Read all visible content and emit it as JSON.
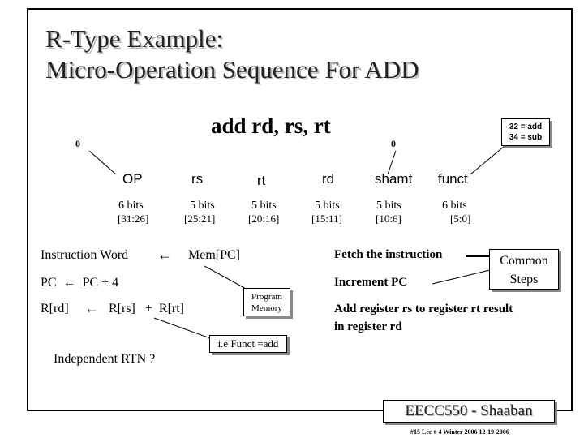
{
  "title": {
    "line1": "R-Type Example:",
    "line2": "Micro-Operation Sequence For ADD"
  },
  "instruction": {
    "text": "add rd, rs, rt",
    "bit_left": "0",
    "bit_right": "0",
    "op_note_line1": "32 = add",
    "op_note_line2": "34 = sub"
  },
  "fields": [
    {
      "name": "OP",
      "bits": "6 bits",
      "range": "[31:26]"
    },
    {
      "name": "rs",
      "bits": "5 bits",
      "range": "[25:21]"
    },
    {
      "name": "rt",
      "bits": "5 bits",
      "range": "[20:16]"
    },
    {
      "name": "rd",
      "bits": "5 bits",
      "range": "[15:11]"
    },
    {
      "name": "shamt",
      "bits": "5 bits",
      "range": "[10:6]"
    },
    {
      "name": "funct",
      "bits": "6 bits",
      "range": "[5:0]"
    }
  ],
  "rtn": {
    "step1_left": "Instruction Word",
    "arrow": "←",
    "step1_right": "Mem[PC]",
    "step2": "PC  ←  PC + 4",
    "step3_a": "R[rd]",
    "step3_b": "R[rs]   +  R[rt]",
    "independent": "Independent RTN ?"
  },
  "descriptions": {
    "fetch": "Fetch the instruction",
    "increment": "Increment PC",
    "add_line1": "Add register  rs  to register rt result",
    "add_line2": "in register rd"
  },
  "callouts": {
    "common_line1": "Common",
    "common_line2": "Steps",
    "program_line1": "Program",
    "program_line2": "Memory",
    "funct": "i.e Funct  =add"
  },
  "footer": {
    "badge": "EECC550 - Shaaban",
    "info": "#15   Lec # 4   Winter 2006   12-19-2006"
  }
}
